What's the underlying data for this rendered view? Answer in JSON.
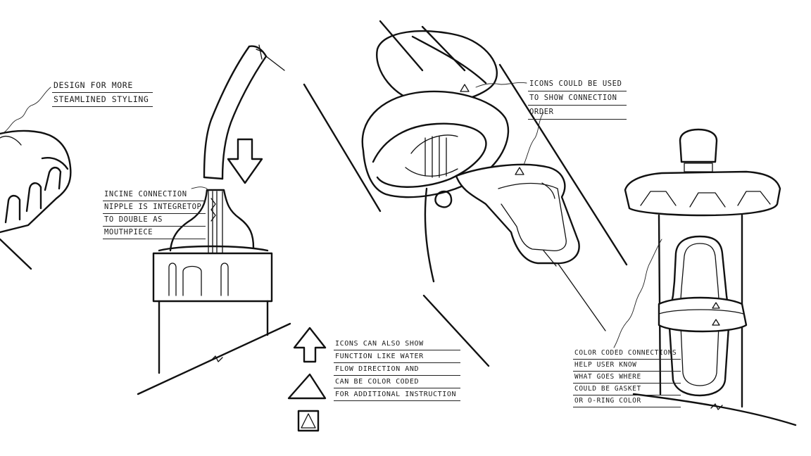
{
  "notes": {
    "streamlined": [
      "Design for more",
      "steamlined styling"
    ],
    "inline": [
      "Incine connection",
      "nipple is integretop",
      "to double as",
      "mouthpiece"
    ],
    "icons_order": [
      "Icons could be used",
      "to show connection",
      "order"
    ],
    "icons_function": [
      "Icons can also show",
      "function like water",
      "flow direction and",
      "can be color coded",
      "for additional instruction"
    ],
    "color_coded": [
      "Color coded connections",
      "help user know",
      "what goes where",
      "could be gasket",
      "or o-ring color"
    ]
  },
  "icons": [
    "up-arrow-icon",
    "triangle-icon",
    "square-triangle-icon"
  ],
  "colors": {
    "ink": "#111111",
    "paper": "#ffffff"
  }
}
